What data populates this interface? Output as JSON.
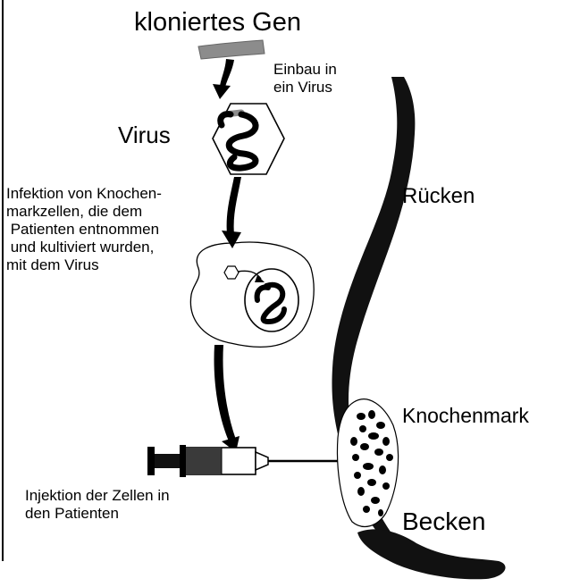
{
  "labels": {
    "title": "kloniertes Gen",
    "einbau": "Einbau in\nein Virus",
    "virus": "Virus",
    "infektion": "Infektion von Knochen-\nmarkzellen, die dem\n Patienten entnommen\n und kultiviert wurden,\nmit dem Virus",
    "ruecken": "Rücken",
    "knochenmark": "Knochenmark",
    "injektion": "Injektion der Zellen in\nden Patienten",
    "becken": "Becken"
  },
  "colors": {
    "ink": "#000000",
    "gene": "#8c8c8c",
    "background": "#ffffff"
  }
}
